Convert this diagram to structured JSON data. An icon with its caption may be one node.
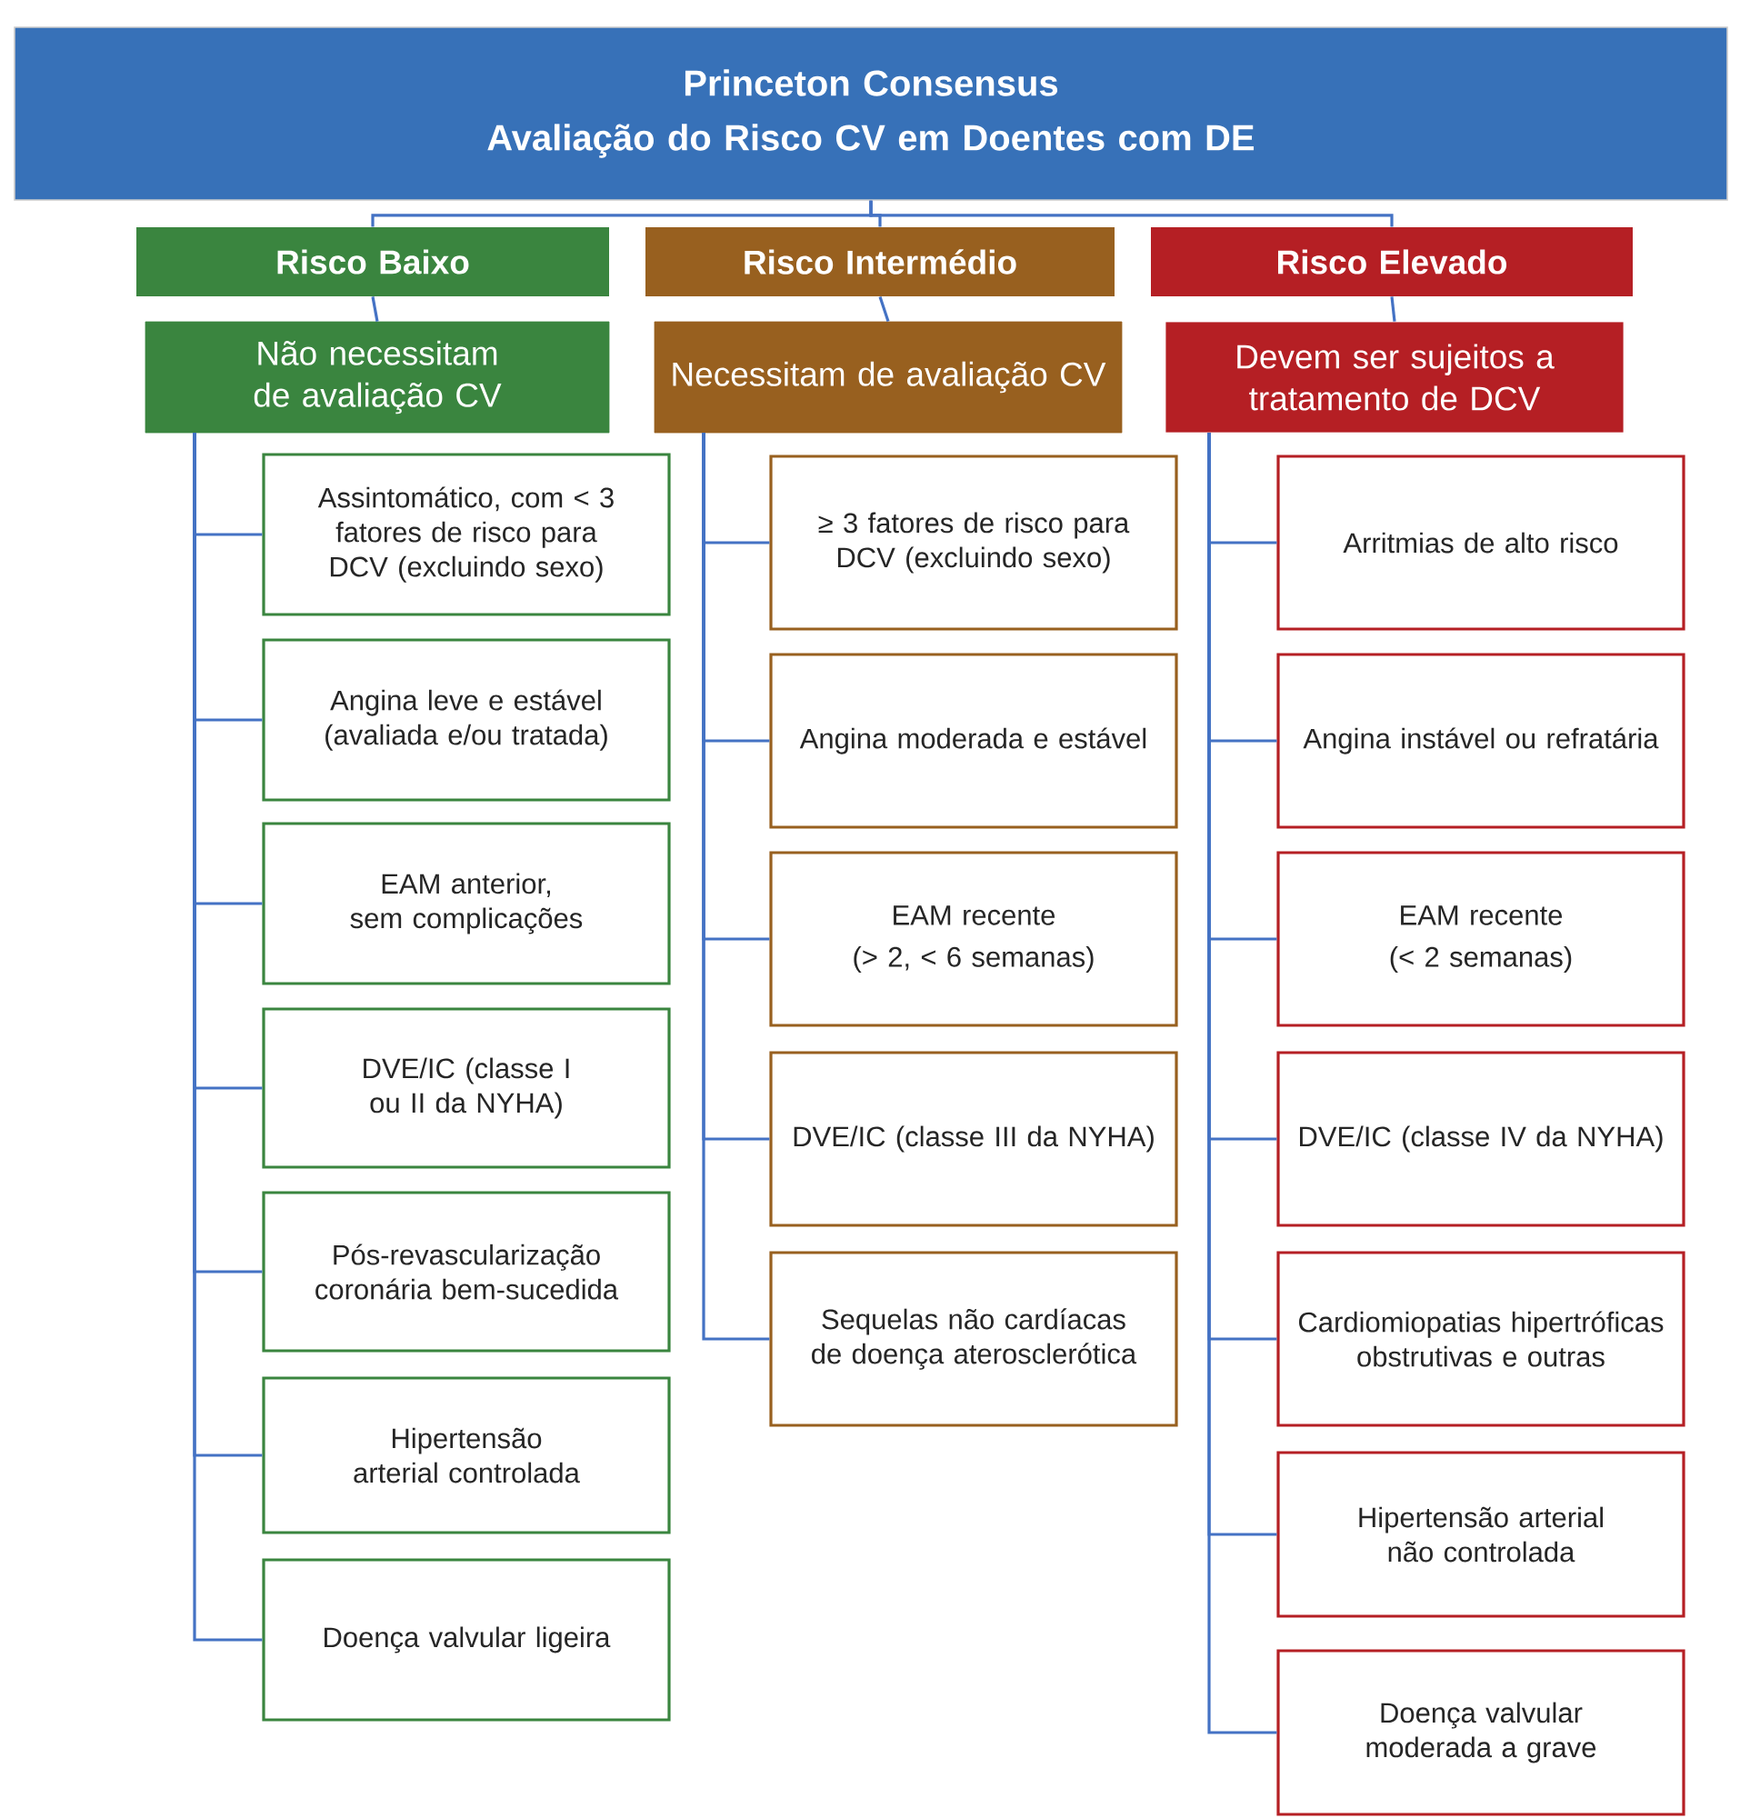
{
  "diagram": {
    "nodes": [
      {
        "text": [
          "Princeton Consensus",
          "Avaliação do Risco CV em Doentes com DE"
        ]
      },
      {
        "text": [
          "Risco Baixo"
        ]
      },
      {
        "text": [
          "Risco Intermédio"
        ]
      },
      {
        "text": [
          "Risco Elevado"
        ]
      },
      {
        "text": [
          "Não necessitam de avaliação CV"
        ]
      },
      {
        "text": [
          "Necessitam de avaliação CV"
        ]
      },
      {
        "text": [
          "Devem ser sujeitos a tratamento de DCV"
        ]
      },
      {
        "text": [
          "Assintomático, com < 3 fatores de risco para DCV (excluindo sexo)"
        ]
      },
      {
        "text": [
          "Angina leve e estável (avaliada e/ou tratada)"
        ]
      },
      {
        "text": [
          "EAM anterior, sem complicações"
        ]
      },
      {
        "text": [
          "DVE/IC (classe I ou II da NYHA)"
        ]
      },
      {
        "text": [
          "Pós-revascularização coronária bem-sucedida"
        ]
      },
      {
        "text": [
          "Hipertensão arterial controlada"
        ]
      },
      {
        "text": [
          "Doença valvular ligeira"
        ]
      },
      {
        "text": [
          "≥ 3 fatores de risco para DCV (excluindo sexo)"
        ]
      },
      {
        "text": [
          "Angina moderada e estável"
        ]
      },
      {
        "text": [
          "EAM recente",
          "(> 2, < 6 semanas)"
        ]
      },
      {
        "text": [
          "DVE/IC (classe III da NYHA)"
        ]
      },
      {
        "text": [
          "Sequelas não cardíacas de doença aterosclerótica"
        ]
      },
      {
        "text": [
          "Arritmias de alto risco"
        ]
      },
      {
        "text": [
          "Angina instável ou refratária"
        ]
      },
      {
        "text": [
          "EAM recente",
          "(< 2 semanas)"
        ]
      },
      {
        "text": [
          "DVE/IC (classe IV da NYHA)"
        ]
      },
      {
        "text": [
          "Cardiomiopatias hipertróficas obstrutivas e outras"
        ]
      },
      {
        "text": [
          "Hipertensão arterial não controlada"
        ]
      },
      {
        "text": [
          "Doença valvular moderada a grave"
        ]
      }
    ],
    "edges": [
      {
        "from": 0,
        "to": 1,
        "arrow": "none"
      },
      {
        "from": 0,
        "to": 2,
        "arrow": "none"
      },
      {
        "from": 0,
        "to": 3,
        "arrow": "none"
      },
      {
        "from": 1,
        "to": 4,
        "arrow": "none"
      },
      {
        "from": 2,
        "to": 5,
        "arrow": "none"
      },
      {
        "from": 3,
        "to": 6,
        "arrow": "none"
      },
      {
        "from": 4,
        "to": 7,
        "arrow": "none"
      },
      {
        "from": 4,
        "to": 8,
        "arrow": "none"
      },
      {
        "from": 4,
        "to": 9,
        "arrow": "none"
      },
      {
        "from": 4,
        "to": 10,
        "arrow": "none"
      },
      {
        "from": 4,
        "to": 11,
        "arrow": "none"
      },
      {
        "from": 4,
        "to": 12,
        "arrow": "none"
      },
      {
        "from": 4,
        "to": 13,
        "arrow": "none"
      },
      {
        "from": 5,
        "to": 14,
        "arrow": "none"
      },
      {
        "from": 5,
        "to": 15,
        "arrow": "none"
      },
      {
        "from": 5,
        "to": 16,
        "arrow": "none"
      },
      {
        "from": 5,
        "to": 17,
        "arrow": "none"
      },
      {
        "from": 5,
        "to": 18,
        "arrow": "none"
      },
      {
        "from": 6,
        "to": 19,
        "arrow": "none"
      },
      {
        "from": 6,
        "to": 20,
        "arrow": "none"
      },
      {
        "from": 6,
        "to": 21,
        "arrow": "none"
      },
      {
        "from": 6,
        "to": 22,
        "arrow": "none"
      },
      {
        "from": 6,
        "to": 23,
        "arrow": "none"
      },
      {
        "from": 6,
        "to": 24,
        "arrow": "none"
      },
      {
        "from": 6,
        "to": 25,
        "arrow": "none"
      }
    ]
  }
}
